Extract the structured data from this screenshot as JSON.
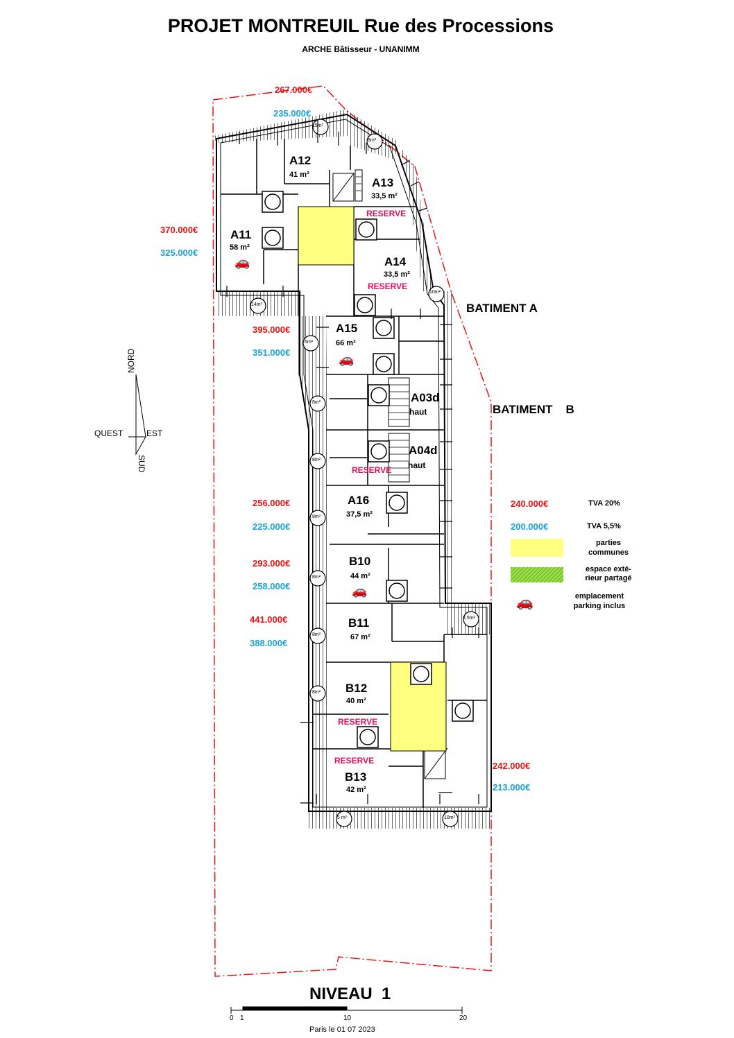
{
  "header": {
    "title": "PROJET MONTREUIL Rue des Processions",
    "subtitle": "ARCHE Bâtisseur - UNANIMM"
  },
  "colors": {
    "price_tva20": "#ee1111",
    "price_tva55": "#1aa3d9",
    "reserve": "#e0105a",
    "common_parts": "#ffff80",
    "shared_outdoor": "#7ccd1f"
  },
  "prices": [
    {
      "unit": "top",
      "tva20": "267.000€",
      "tva55": "235.000€"
    },
    {
      "unit": "A11",
      "tva20": "370.000€",
      "tva55": "325.000€"
    },
    {
      "unit": "A15",
      "tva20": "395.000€",
      "tva55": "351.000€"
    },
    {
      "unit": "A16",
      "tva20": "256.000€",
      "tva55": "225.000€"
    },
    {
      "unit": "B10",
      "tva20": "293.000€",
      "tva55": "258.000€"
    },
    {
      "unit": "B11",
      "tva20": "441.000€",
      "tva55": "388.000€"
    },
    {
      "unit": "B13",
      "tva20": "242.000€",
      "tva55": "213.000€"
    }
  ],
  "units": {
    "A11": {
      "name": "A11",
      "area": "58 m²"
    },
    "A12": {
      "name": "A12",
      "area": "41 m²"
    },
    "A13": {
      "name": "A13",
      "area": "33,5 m²"
    },
    "A14": {
      "name": "A14",
      "area": "33,5 m²"
    },
    "A15": {
      "name": "A15",
      "area": "66 m²"
    },
    "A03d": {
      "name": "A03d",
      "sub": "haut"
    },
    "A04d": {
      "name": "A04d",
      "sub": "haut"
    },
    "A16": {
      "name": "A16",
      "area": "37,5 m²"
    },
    "B10": {
      "name": "B10",
      "area": "44 m²"
    },
    "B11": {
      "name": "B11",
      "area": "67 m²"
    },
    "B12": {
      "name": "B12",
      "area": "40 m²"
    },
    "B13": {
      "name": "B13",
      "area": "42 m²"
    }
  },
  "reserve_label": "RESERVE",
  "buildings": {
    "a": "BATIMENT A",
    "b": "BATIMENT    B"
  },
  "balconies": {
    "b15": "15m²",
    "b8a": "8m²",
    "b14": "14m²",
    "b10a": "10m²",
    "b6": "6m²",
    "b8b": "8m²",
    "b8c": "8m²",
    "b8d": "8m²",
    "b8e": "8m²",
    "b8f": "8m²",
    "b8g": "8m²",
    "b35": "3,5m²",
    "b5": "5 m²",
    "b10b": "10m²"
  },
  "compass": {
    "north": "NORD",
    "south": "SUD",
    "west": "QUEST",
    "east": "EST"
  },
  "legend": {
    "tva20_price": "240.000€",
    "tva20_label": "TVA 20%",
    "tva55_price": "200.000€",
    "tva55_label": "TVA 5,5%",
    "common_line1": "parties",
    "common_line2": "communes",
    "outdoor_line1": "espace exté-",
    "outdoor_line2": "rieur partagé",
    "parking_line1": "emplacement",
    "parking_line2": "parking inclus"
  },
  "footer": {
    "level": "NIVEAU  1",
    "scale_ticks": [
      "0",
      "1",
      "10",
      "20"
    ],
    "date": "Paris le 01 07 2023"
  }
}
